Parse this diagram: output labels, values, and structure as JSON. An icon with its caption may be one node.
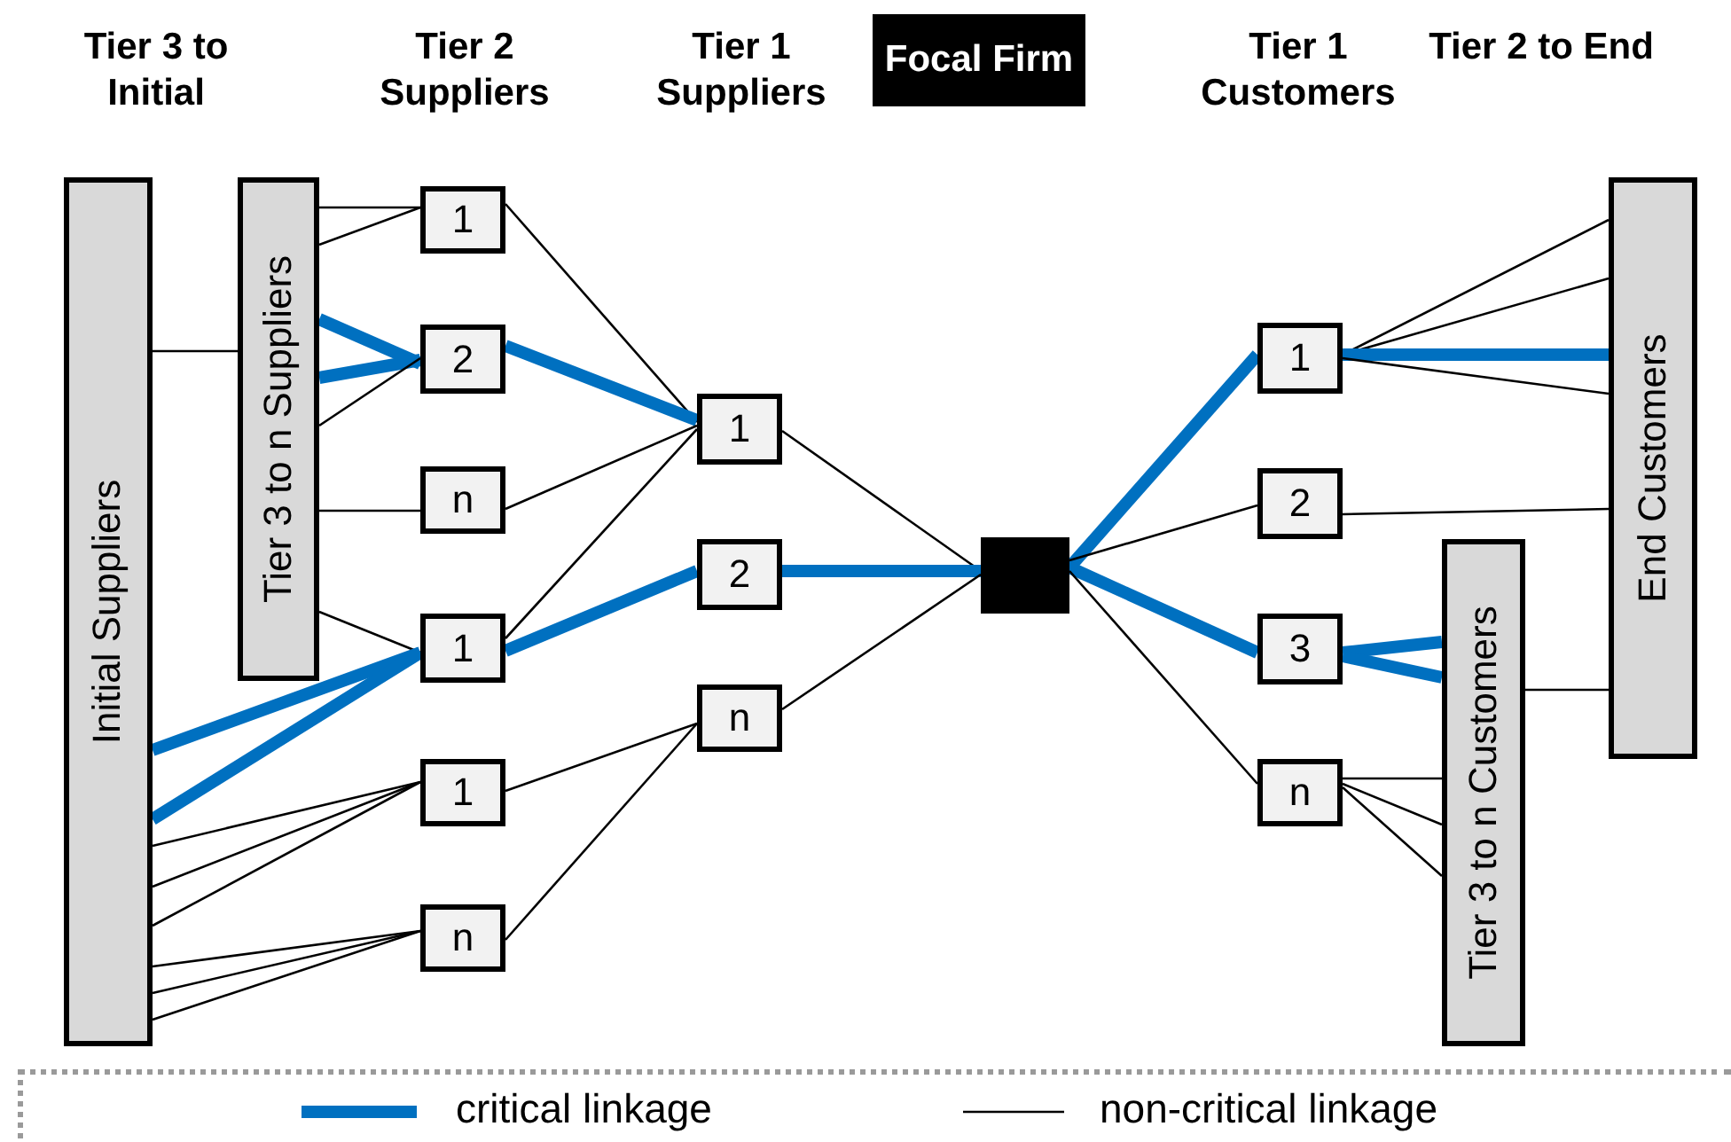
{
  "diagram": {
    "nodes": [
      {
        "text": [
          "Focal Firm"
        ]
      },
      {
        "text": [
          "Initial Suppliers"
        ]
      },
      {
        "text": [
          "Tier 3 to n Suppliers"
        ]
      },
      {
        "text": [
          "1"
        ]
      },
      {
        "text": [
          "2"
        ]
      },
      {
        "text": [
          "n"
        ]
      },
      {
        "text": [
          "1"
        ]
      },
      {
        "text": [
          "1"
        ]
      },
      {
        "text": [
          "n"
        ]
      },
      {
        "text": [
          "1"
        ]
      },
      {
        "text": [
          "2"
        ]
      },
      {
        "text": [
          "n"
        ]
      },
      {
        "text": [],
        "shape": "box"
      },
      {
        "text": [
          "1"
        ]
      },
      {
        "text": [
          "2"
        ]
      },
      {
        "text": [
          "3"
        ]
      },
      {
        "text": [
          "n"
        ]
      },
      {
        "text": [
          "End Customers"
        ]
      },
      {
        "text": [
          "Tier 3 to n Customers"
        ]
      }
    ],
    "edges": [
      {
        "from": 1,
        "to": 2,
        "arrow": "none"
      },
      {
        "from": 2,
        "to": 3,
        "arrow": "none"
      },
      {
        "from": 2,
        "to": 3,
        "arrow": "none"
      },
      {
        "from": 2,
        "to": 4,
        "arrow": "none",
        "style": "thick",
        "color": "#0070c0"
      },
      {
        "from": 2,
        "to": 4,
        "arrow": "none",
        "style": "thick",
        "color": "#0070c0"
      },
      {
        "from": 2,
        "to": 4,
        "arrow": "none"
      },
      {
        "from": 2,
        "to": 5,
        "arrow": "none"
      },
      {
        "from": 2,
        "to": 6,
        "arrow": "none"
      },
      {
        "from": 1,
        "to": 6,
        "arrow": "none",
        "style": "thick",
        "color": "#0070c0"
      },
      {
        "from": 1,
        "to": 6,
        "arrow": "none",
        "style": "thick",
        "color": "#0070c0"
      },
      {
        "from": 1,
        "to": 7,
        "arrow": "none"
      },
      {
        "from": 1,
        "to": 7,
        "arrow": "none"
      },
      {
        "from": 1,
        "to": 7,
        "arrow": "none"
      },
      {
        "from": 1,
        "to": 8,
        "arrow": "none"
      },
      {
        "from": 1,
        "to": 8,
        "arrow": "none"
      },
      {
        "from": 1,
        "to": 8,
        "arrow": "none"
      },
      {
        "from": 3,
        "to": 9,
        "arrow": "none"
      },
      {
        "from": 4,
        "to": 9,
        "arrow": "none",
        "style": "thick",
        "color": "#0070c0"
      },
      {
        "from": 5,
        "to": 9,
        "arrow": "none"
      },
      {
        "from": 6,
        "to": 9,
        "arrow": "none"
      },
      {
        "from": 6,
        "to": 10,
        "arrow": "none",
        "style": "thick",
        "color": "#0070c0"
      },
      {
        "from": 7,
        "to": 11,
        "arrow": "none"
      },
      {
        "from": 8,
        "to": 11,
        "arrow": "none"
      },
      {
        "from": 9,
        "to": 12,
        "arrow": "none"
      },
      {
        "from": 10,
        "to": 12,
        "arrow": "none",
        "style": "thick",
        "color": "#0070c0"
      },
      {
        "from": 11,
        "to": 12,
        "arrow": "none"
      },
      {
        "from": 12,
        "to": 13,
        "arrow": "none",
        "style": "thick",
        "color": "#0070c0"
      },
      {
        "from": 12,
        "to": 14,
        "arrow": "none"
      },
      {
        "from": 12,
        "to": 15,
        "arrow": "none",
        "style": "thick",
        "color": "#0070c0"
      },
      {
        "from": 12,
        "to": 16,
        "arrow": "none"
      },
      {
        "from": 13,
        "to": 17,
        "arrow": "none"
      },
      {
        "from": 13,
        "to": 17,
        "arrow": "none"
      },
      {
        "from": 13,
        "to": 17,
        "arrow": "none",
        "style": "thick",
        "color": "#0070c0"
      },
      {
        "from": 13,
        "to": 17,
        "arrow": "none"
      },
      {
        "from": 14,
        "to": 17,
        "arrow": "none"
      },
      {
        "from": 15,
        "to": 18,
        "arrow": "none",
        "style": "thick",
        "color": "#0070c0"
      },
      {
        "from": 15,
        "to": 18,
        "arrow": "none",
        "style": "thick",
        "color": "#0070c0"
      },
      {
        "from": 18,
        "to": 17,
        "arrow": "none"
      },
      {
        "from": 16,
        "to": 18,
        "arrow": "none"
      },
      {
        "from": 16,
        "to": 18,
        "arrow": "none"
      },
      {
        "from": 16,
        "to": 18,
        "arrow": "none"
      }
    ],
    "labels": [
      "Tier 3 to Initial",
      "Tier 2 Suppliers",
      "Tier 1 Suppliers",
      "Tier 1 Customers",
      "Tier 2 to End"
    ],
    "legend": [
      {
        "text": "critical linkage"
      },
      {
        "text": "non-critical linkage"
      }
    ]
  }
}
